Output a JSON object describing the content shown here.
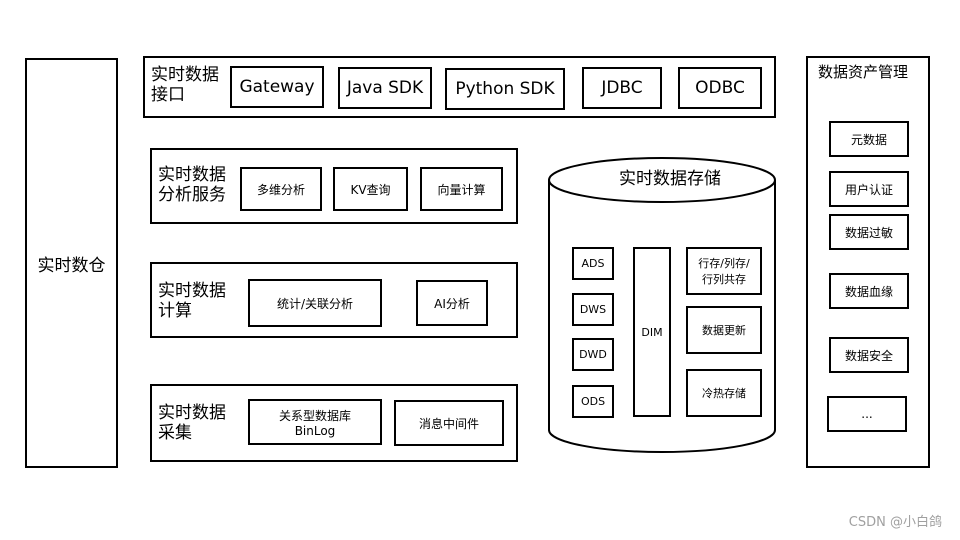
{
  "left_panel": {
    "title": "实时数仓"
  },
  "layers": {
    "interface": {
      "title": "实时数据\n接口",
      "items": [
        "Gateway",
        "Java SDK",
        "Python SDK",
        "JDBC",
        "ODBC"
      ]
    },
    "analysis": {
      "title": "实时数据\n分析服务",
      "items": [
        "多维分析",
        "KV查询",
        "向量计算"
      ]
    },
    "compute": {
      "title": "实时数据\n计算",
      "items": [
        "统计/关联分析",
        "AI分析"
      ]
    },
    "collect": {
      "title": "实时数据\n采集",
      "items": [
        "关系型数据库\nBinLog",
        "消息中间件"
      ]
    }
  },
  "storage": {
    "title": "实时数据存储",
    "layers": [
      "ADS",
      "DWS",
      "DWD",
      "ODS"
    ],
    "dim": "DIM",
    "features": [
      "行存/列存/\n行列共存",
      "数据更新",
      "冷热存储"
    ]
  },
  "asset_mgmt": {
    "title": "数据资产管理",
    "items": [
      "元数据",
      "用户认证",
      "数据过敏",
      "数据血缘",
      "数据安全",
      "..."
    ]
  },
  "watermark": "CSDN @小白鸽"
}
